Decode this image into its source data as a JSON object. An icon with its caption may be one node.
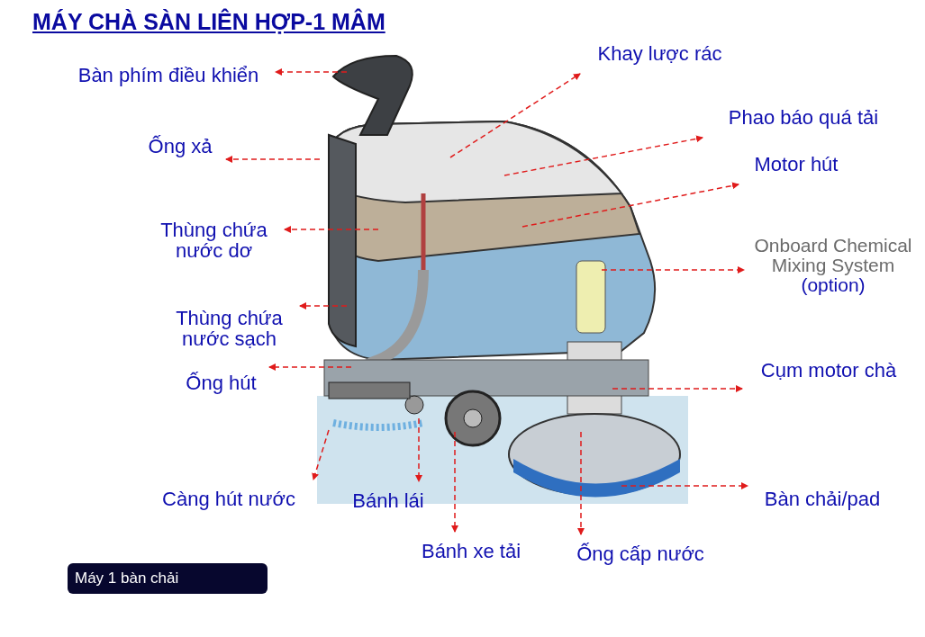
{
  "diagram": {
    "title": "MÁY CHÀ SÀN LIÊN HỢP-1 MÂM",
    "nodes": [
      {
        "text": [
          "Khay lược rác"
        ]
      },
      {
        "text": [
          "Bàn phím điều khiển"
        ]
      },
      {
        "text": [
          "Phao báo quá tải"
        ]
      },
      {
        "text": [
          "Ống xả"
        ]
      },
      {
        "text": [
          "Motor hút"
        ]
      },
      {
        "text": [
          "Thùng chứa nước dơ"
        ]
      },
      {
        "text": [
          "Onboard Chemical Mixing System",
          "(option)"
        ]
      },
      {
        "text": [
          "Thùng chứa nước sạch"
        ]
      },
      {
        "text": [
          "Cụm motor chà"
        ]
      },
      {
        "text": [
          "Ống hút"
        ]
      },
      {
        "text": [
          "Càng hút nước"
        ]
      },
      {
        "text": [
          "Bánh lái"
        ]
      },
      {
        "text": [
          "Bàn chải/pad"
        ]
      },
      {
        "text": [
          "Bánh xe tải"
        ]
      },
      {
        "text": [
          "Ống cấp nước"
        ]
      },
      {
        "text": [
          "Máy 1 bàn chải"
        ]
      }
    ],
    "edges": [
      {
        "from": null,
        "to": 0,
        "arrow": "to",
        "style": "dashed"
      },
      {
        "from": null,
        "to": 1,
        "arrow": "to",
        "style": "dashed"
      },
      {
        "from": null,
        "to": 2,
        "arrow": "to",
        "style": "dashed"
      },
      {
        "from": null,
        "to": 3,
        "arrow": "to",
        "style": "dashed"
      },
      {
        "from": null,
        "to": 4,
        "arrow": "to",
        "style": "dashed"
      },
      {
        "from": null,
        "to": 5,
        "arrow": "to",
        "style": "dashed"
      },
      {
        "from": null,
        "to": 6,
        "arrow": "to",
        "style": "dashed"
      },
      {
        "from": null,
        "to": 7,
        "arrow": "to",
        "style": "dashed"
      },
      {
        "from": null,
        "to": 8,
        "arrow": "to",
        "style": "dashed"
      },
      {
        "from": null,
        "to": 9,
        "arrow": "to",
        "style": "dashed"
      },
      {
        "from": null,
        "to": 10,
        "arrow": "to",
        "style": "dashed"
      },
      {
        "from": null,
        "to": 11,
        "arrow": "to",
        "style": "dashed"
      },
      {
        "from": null,
        "to": 12,
        "arrow": "to",
        "style": "dashed"
      },
      {
        "from": null,
        "to": 13,
        "arrow": "to",
        "style": "dashed"
      },
      {
        "from": null,
        "to": 14,
        "arrow": "to",
        "style": "dashed"
      }
    ]
  }
}
